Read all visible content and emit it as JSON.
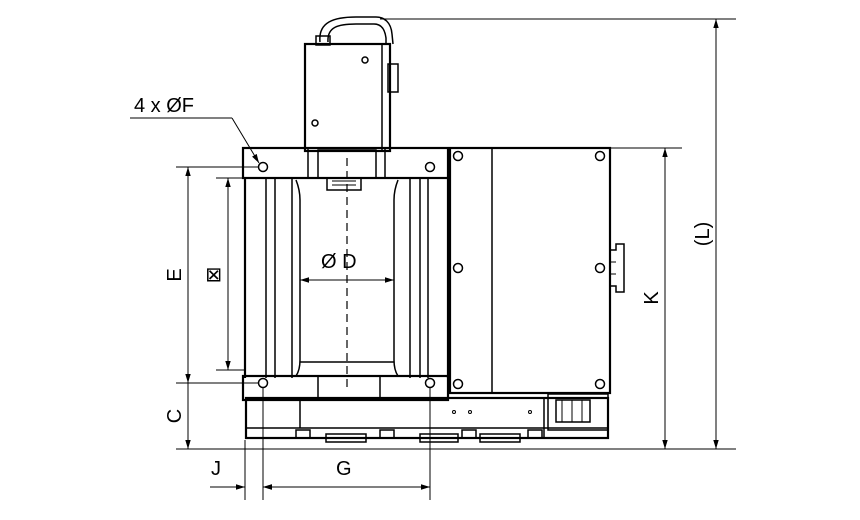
{
  "labels": {
    "holes": "4 x ØF",
    "diameter": "Ø D",
    "dim_e": "E",
    "square_symbol": "⊠",
    "dim_c": "C",
    "dim_j": "J",
    "dim_g": "G",
    "dim_k": "K",
    "dim_l": "(L)"
  }
}
